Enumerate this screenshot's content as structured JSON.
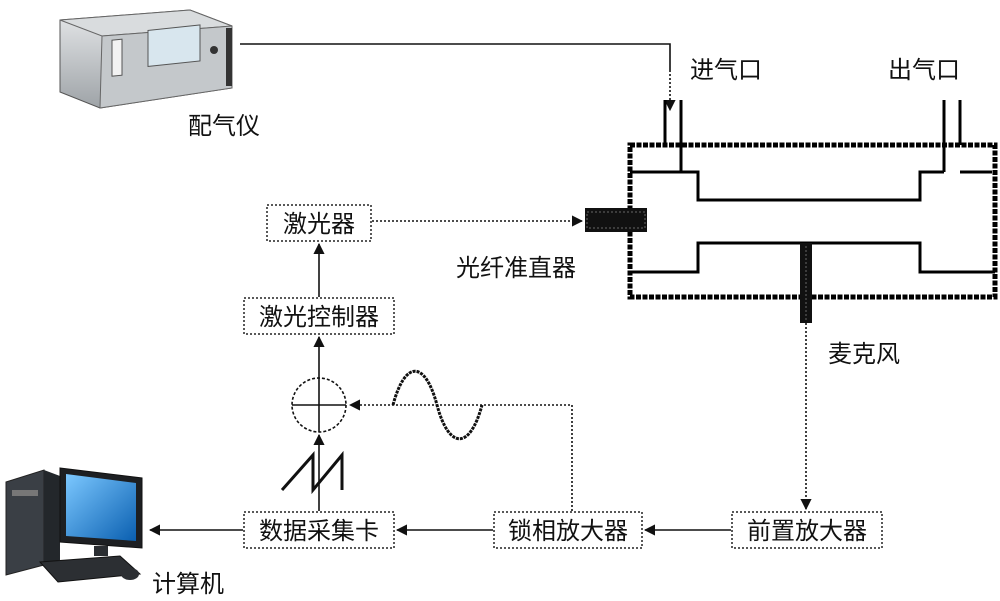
{
  "labels": {
    "gas_mixer": "配气仪",
    "inlet": "进气口",
    "outlet": "出气口",
    "laser": "激光器",
    "laser_controller": "激光控制器",
    "fiber_collimator": "光纤准直器",
    "microphone": "麦克风",
    "daq_card": "数据采集卡",
    "lockin_amplifier": "锁相放大器",
    "preamplifier": "前置放大器",
    "computer": "计算机"
  },
  "icons": {
    "gas_mixer": "gas-mixer-instrument-icon",
    "computer": "desktop-computer-icon",
    "adder": "summing-junction-icon",
    "sine": "sine-wave-icon",
    "sawtooth": "sawtooth-wave-icon"
  },
  "colors": {
    "line": "#111111",
    "monitor_screen": "#1f7fd0",
    "instrument_body": "#bfc3c6"
  }
}
